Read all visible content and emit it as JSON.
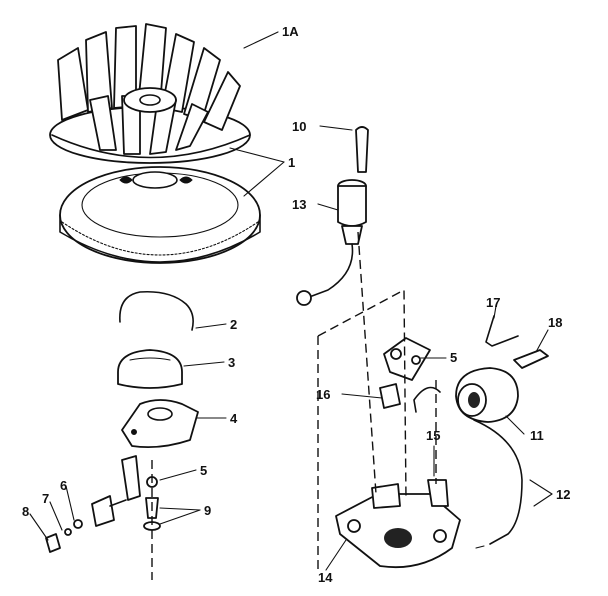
{
  "callouts": [
    {
      "id": "c1a",
      "text": "1A"
    },
    {
      "id": "c1",
      "text": "1"
    },
    {
      "id": "c10",
      "text": "10"
    },
    {
      "id": "c13",
      "text": "13"
    },
    {
      "id": "c2",
      "text": "2"
    },
    {
      "id": "c3",
      "text": "3"
    },
    {
      "id": "c17",
      "text": "17"
    },
    {
      "id": "c18",
      "text": "18"
    },
    {
      "id": "c5a",
      "text": "5"
    },
    {
      "id": "c16",
      "text": "16"
    },
    {
      "id": "c4",
      "text": "4"
    },
    {
      "id": "c11",
      "text": "11"
    },
    {
      "id": "c15",
      "text": "15"
    },
    {
      "id": "c5b",
      "text": "5"
    },
    {
      "id": "c6",
      "text": "6"
    },
    {
      "id": "c7",
      "text": "7"
    },
    {
      "id": "c9",
      "text": "9"
    },
    {
      "id": "c8",
      "text": "8"
    },
    {
      "id": "c12",
      "text": "12"
    },
    {
      "id": "c14",
      "text": "14"
    }
  ]
}
